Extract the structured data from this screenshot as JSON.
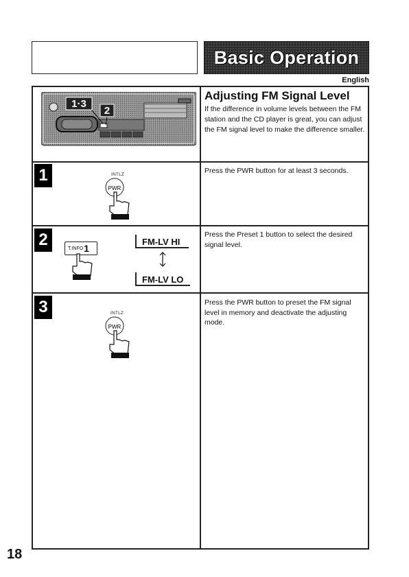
{
  "header": {
    "banner_title": "Basic Operation",
    "language": "English"
  },
  "intro": {
    "title": "Adjusting FM Signal Level",
    "text": "If the difference in volume levels between the FM station and the CD player is great, you can adjust the FM signal level to make the difference smaller.",
    "callouts": [
      "1·3",
      "2"
    ]
  },
  "steps": [
    {
      "number": "1",
      "text": "Press the PWR button for at least 3 seconds.",
      "button_label": "PWR",
      "top_label": "INTLZ"
    },
    {
      "number": "2",
      "text": "Press the Preset 1 button to select the desired signal level.",
      "button_label": "T.INFO",
      "button_number": "1",
      "display_top": "FM-LV HI",
      "display_bottom": "FM-LV LO"
    },
    {
      "number": "3",
      "text": "Press the PWR button to preset the FM signal level in memory and deactivate the adjusting mode.",
      "button_label": "PWR",
      "top_label": "INTLZ"
    }
  ],
  "page_number": "18",
  "colors": {
    "banner_bg": "#2e2e2e",
    "ink": "#111111"
  }
}
